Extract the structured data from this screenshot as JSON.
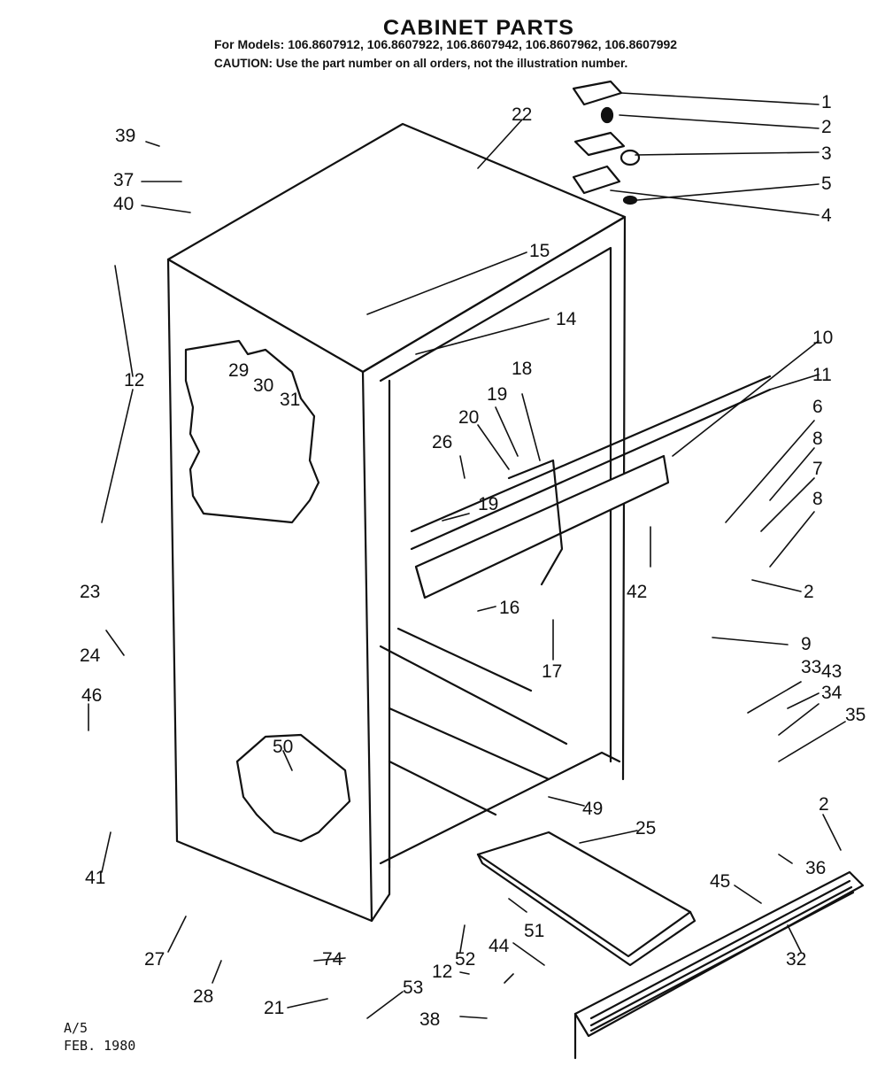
{
  "header": {
    "title": "CABINET PARTS",
    "models": "For Models: 106.8607912, 106.8607922, 106.8607942, 106.8607962, 106.8607992",
    "caution": "CAUTION: Use the part number on all orders, not the illustration number."
  },
  "footer": {
    "page": "A/5",
    "date": "FEB. 1980"
  },
  "callouts": [
    "1",
    "2",
    "3",
    "5",
    "4",
    "22",
    "39",
    "37",
    "40",
    "15",
    "14",
    "10",
    "11",
    "12",
    "29",
    "30",
    "31",
    "18",
    "19",
    "20",
    "26",
    "19",
    "6",
    "8",
    "7",
    "8",
    "2",
    "23",
    "42",
    "16",
    "17",
    "9",
    "33",
    "43",
    "34",
    "35",
    "24",
    "46",
    "50",
    "49",
    "2",
    "25",
    "41",
    "36",
    "45",
    "51",
    "27",
    "52",
    "44",
    "74",
    "28",
    "12",
    "32",
    "21",
    "53",
    "38"
  ]
}
